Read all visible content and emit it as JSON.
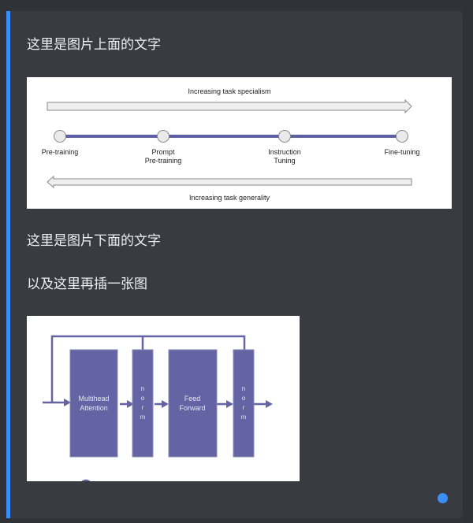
{
  "content": {
    "paragraph_above": "这里是图片上面的文字",
    "paragraph_below": "这里是图片下面的文字",
    "paragraph_next": "以及这里再插一张图"
  },
  "figure1": {
    "top_arrow_label": "Increasing task specialism",
    "bottom_arrow_label": "Increasing task generality",
    "stages": [
      {
        "line1": "Pre-training",
        "line2": ""
      },
      {
        "line1": "Prompt",
        "line2": "Pre-training"
      },
      {
        "line1": "Instruction",
        "line2": "Tuning"
      },
      {
        "line1": "Fine-tuning",
        "line2": ""
      }
    ],
    "line_color": "#5c5fa6"
  },
  "figure2": {
    "blocks": {
      "attention": {
        "line1": "Multihead",
        "line2": "Attention"
      },
      "norm1": [
        "n",
        "o",
        "r",
        "m"
      ],
      "ffn": {
        "line1": "Feed",
        "line2": "Forward"
      },
      "norm2": [
        "n",
        "o",
        "r",
        "m"
      ]
    },
    "block_color": "#6464a4"
  },
  "colors": {
    "accent": "#3a8ef6",
    "panel_bg": "#383c40",
    "page_bg": "#2f3237"
  }
}
